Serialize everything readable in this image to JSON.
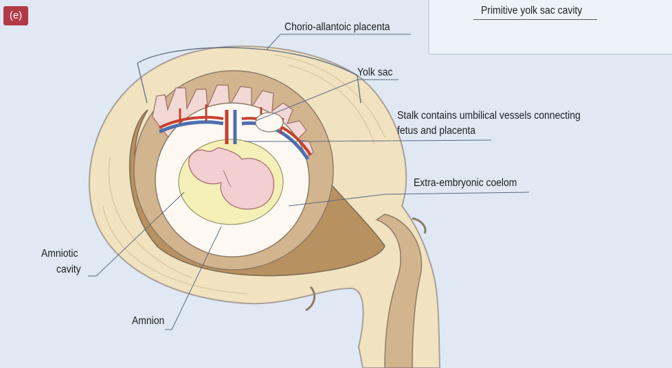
{
  "panel": {
    "label": "(e)",
    "color": "#b23a48"
  },
  "previous_panel": {
    "label": "Primitive yolk sac cavity"
  },
  "labels": {
    "chorio_allantoic_placenta": "Chorio-allantoic placenta",
    "yolk_sac": "Yolk sac",
    "stalk_line1": "Stalk contains umbilical vessels connecting",
    "stalk_line2": "fetus and placenta",
    "extra_embryonic_coelom": "Extra-embryonic coelom",
    "amniotic_cavity_line1": "Amniotic",
    "amniotic_cavity_line2": "cavity",
    "amnion": "Amnion"
  },
  "colors": {
    "background": "#dfe8f3",
    "uterine_wall": "#f1e2c0",
    "decidua": "#c9a77b",
    "chorion_tissue": "#d2b48e",
    "amnion_layer": "#fdf8f2",
    "amniotic_fluid": "#f4f0b8",
    "embryo": "#f4cfd2",
    "artery": "#c7402f",
    "vein": "#4d6fb0"
  }
}
